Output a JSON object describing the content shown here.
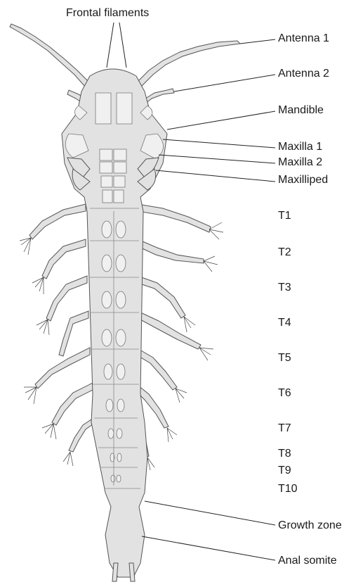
{
  "labels": {
    "frontal_filaments": "Frontal filaments",
    "antenna1": "Antenna 1",
    "antenna2": "Antenna 2",
    "mandible": "Mandible",
    "maxilla1": "Maxilla 1",
    "maxilla2": "Maxilla 2",
    "maxilliped": "Maxilliped",
    "t1": "T1",
    "t2": "T2",
    "t3": "T3",
    "t4": "T4",
    "t5": "T5",
    "t6": "T6",
    "t7": "T7",
    "t8": "T8",
    "t9": "T9",
    "t10": "T10",
    "growth_zone": "Growth zone",
    "anal_somite": "Anal somite"
  },
  "colors": {
    "body": "#e2e2e2",
    "outline": "#555555",
    "text": "#1a1a1a"
  }
}
